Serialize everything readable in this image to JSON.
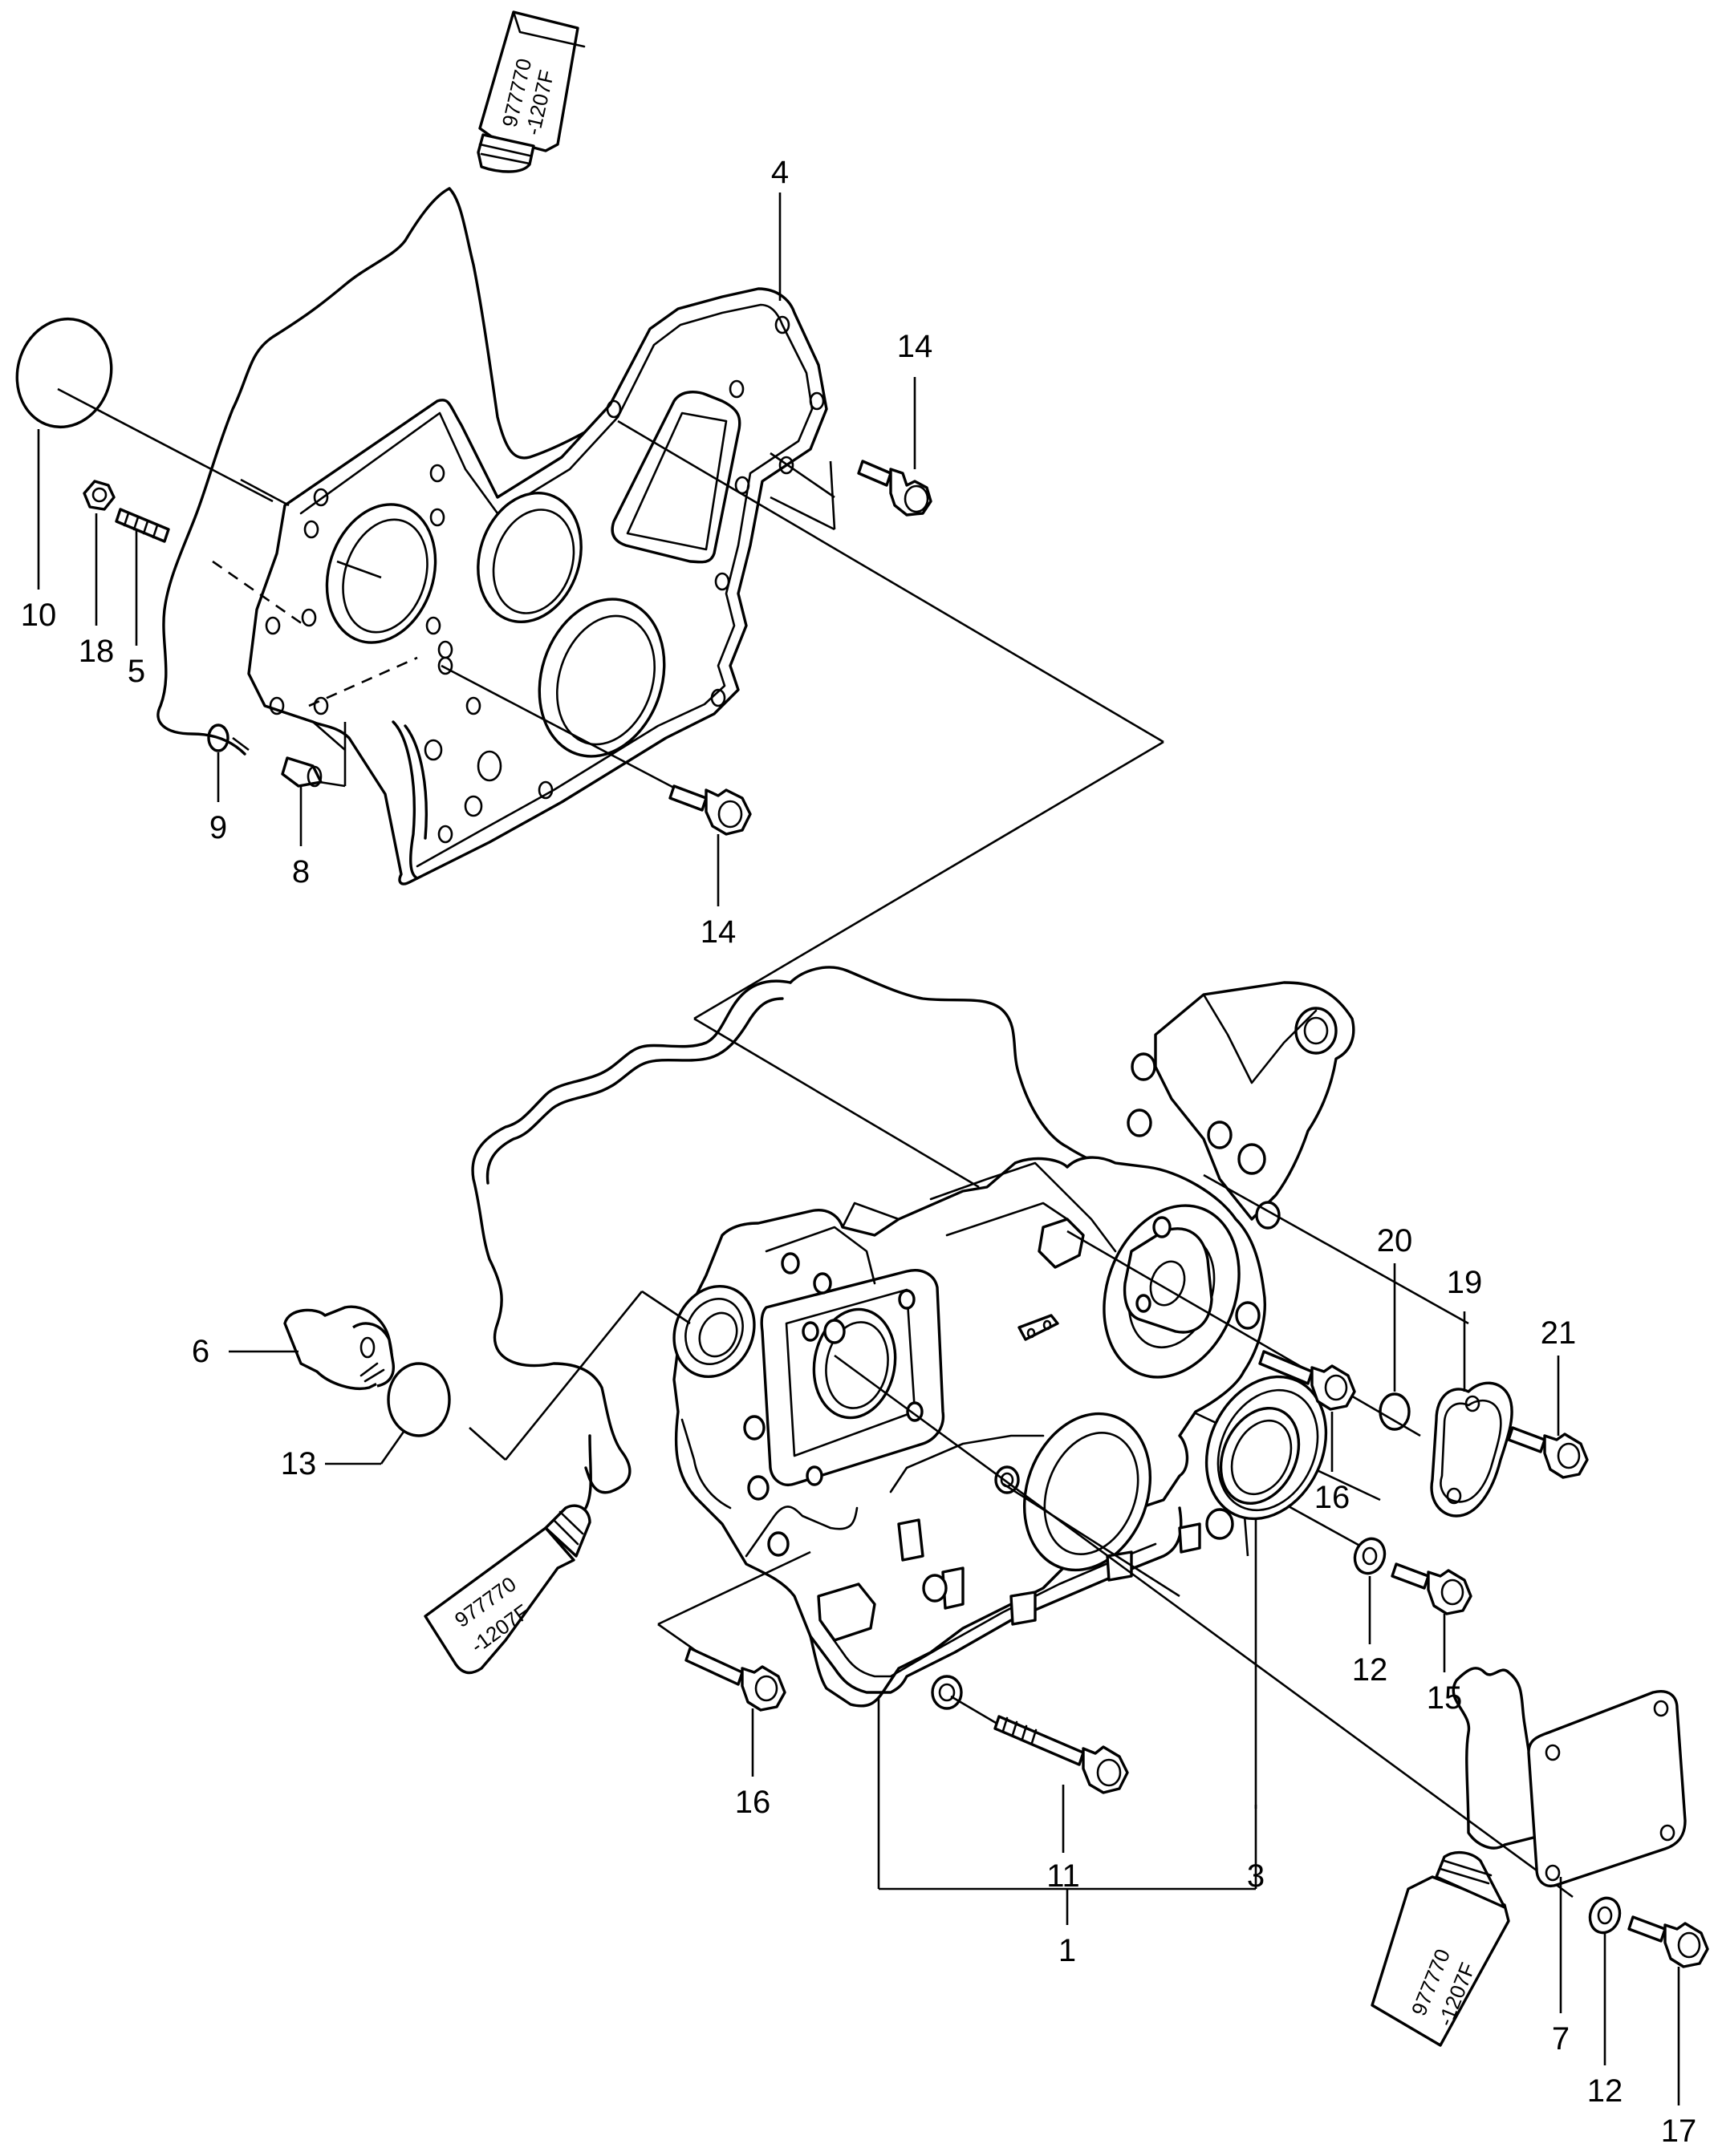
{
  "callouts": {
    "c1": "1",
    "c3": "3",
    "c4": "4",
    "c5": "5",
    "c6": "6",
    "c7": "7",
    "c8": "8",
    "c9": "9",
    "c10": "10",
    "c11": "11",
    "c12a": "12",
    "c12b": "12",
    "c13": "13",
    "c14a": "14",
    "c14b": "14",
    "c15": "15",
    "c16a": "16",
    "c16b": "16",
    "c17": "17",
    "c18": "18",
    "c19": "19",
    "c20": "20",
    "c21": "21"
  },
  "sealant_tube": {
    "line1": "977770",
    "line2": "-1207F"
  }
}
